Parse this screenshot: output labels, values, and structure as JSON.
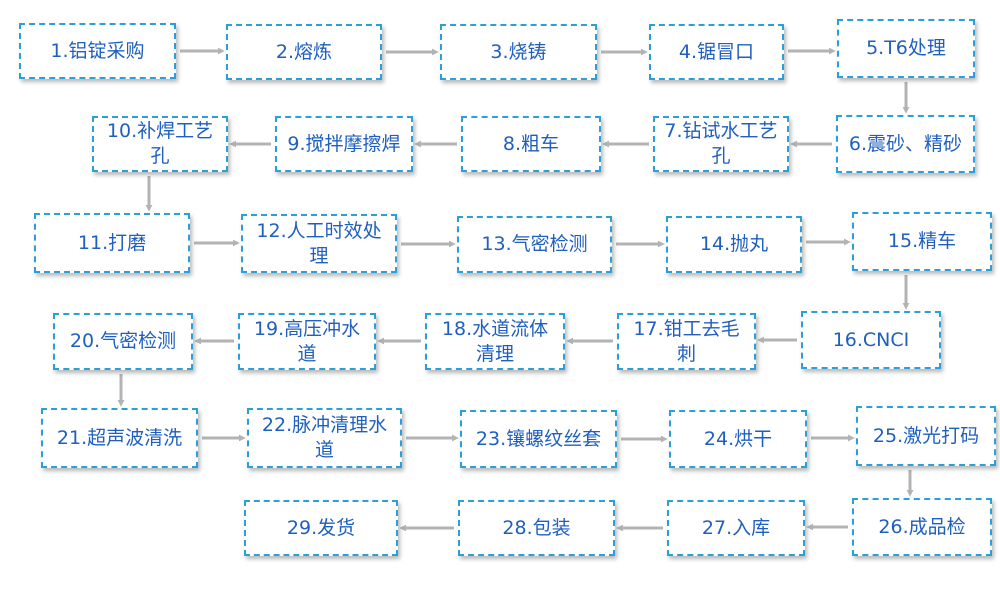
{
  "colors": {
    "box_border": "#2aa0db",
    "text": "#1f5fbf",
    "arrow": "#b3b3b3"
  },
  "steps": [
    "1.铝锭采购",
    "2.熔炼",
    "3.烧铸",
    "4.锯冒口",
    "5.T6处理",
    "6.震砂、精砂",
    "7.钻试水工艺孔",
    "8.粗车",
    "9.搅拌摩擦焊",
    "10.补焊工艺孔",
    "11.打磨",
    "12.人工时效处理",
    "13.气密检测",
    "14.抛丸",
    "15.精车",
    "16.CNCI",
    "17.钳工去毛刺",
    "18.水道流体清理",
    "19.高压冲水道",
    "20.气密检测",
    "21.超声波清洗",
    "22.脉冲清理水道",
    "23.镶螺纹丝套",
    "24.烘干",
    "25.激光打码",
    "26.成品检",
    "27.入库",
    "28.包装",
    "29.发货"
  ]
}
